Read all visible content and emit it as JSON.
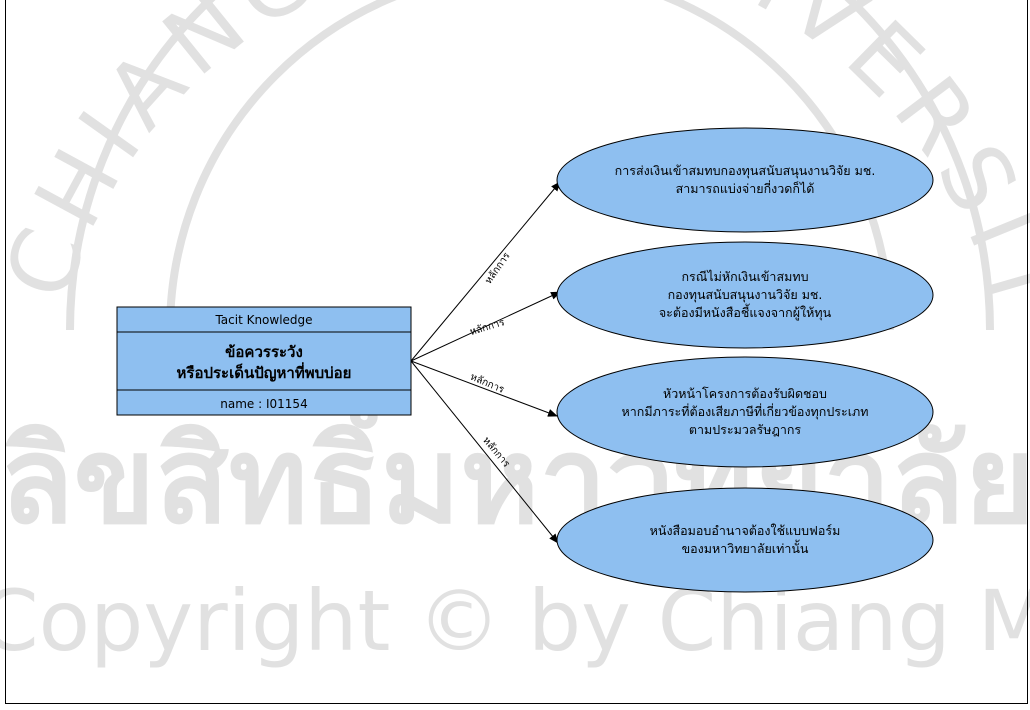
{
  "watermark": {
    "lines": [
      "ลิขสิทธิ์มหาวิทยาลัยเชียงใหม่",
      "Copyright © by Chiang Mai University"
    ],
    "arc_text": "CHIANG MAI UNIVERSITY",
    "color": "#e1e1e1"
  },
  "knowledge_box": {
    "header": "Tacit Knowledge",
    "title_line1": "ข้อควรระวัง",
    "title_line2": "หรือประเด็นปัญหาที่พบบ่อย",
    "name": "name : I01154",
    "fill": "#8ebff0"
  },
  "edge_label": "หลักการ",
  "nodes": [
    {
      "lines": [
        "การส่งเงินเข้าสมทบกองทุนสนับสนุนงานวิจัย มช.",
        "สามารถแบ่งจ่ายกี่งวดก็ได้"
      ]
    },
    {
      "lines": [
        "กรณีไม่หักเงินเข้าสมทบ",
        "กองทุนสนับสนุนงานวิจัย มช.",
        "จะต้องมีหนังสือชี้แจงจากผู้ให้ทุน"
      ]
    },
    {
      "lines": [
        "หัวหน้าโครงการต้องรับผิดชอบ",
        "หากมีภาระที่ต้องเสียภาษีที่เกี่ยวข้องทุกประเภท",
        "ตามประมวลรัษฎากร"
      ]
    },
    {
      "lines": [
        "หนังสือมอบอำนาจต้องใช้แบบฟอร์ม",
        "ของมหาวิทยาลัยเท่านั้น"
      ]
    }
  ],
  "colors": {
    "node_fill": "#8ebff0",
    "stroke": "#000000"
  }
}
